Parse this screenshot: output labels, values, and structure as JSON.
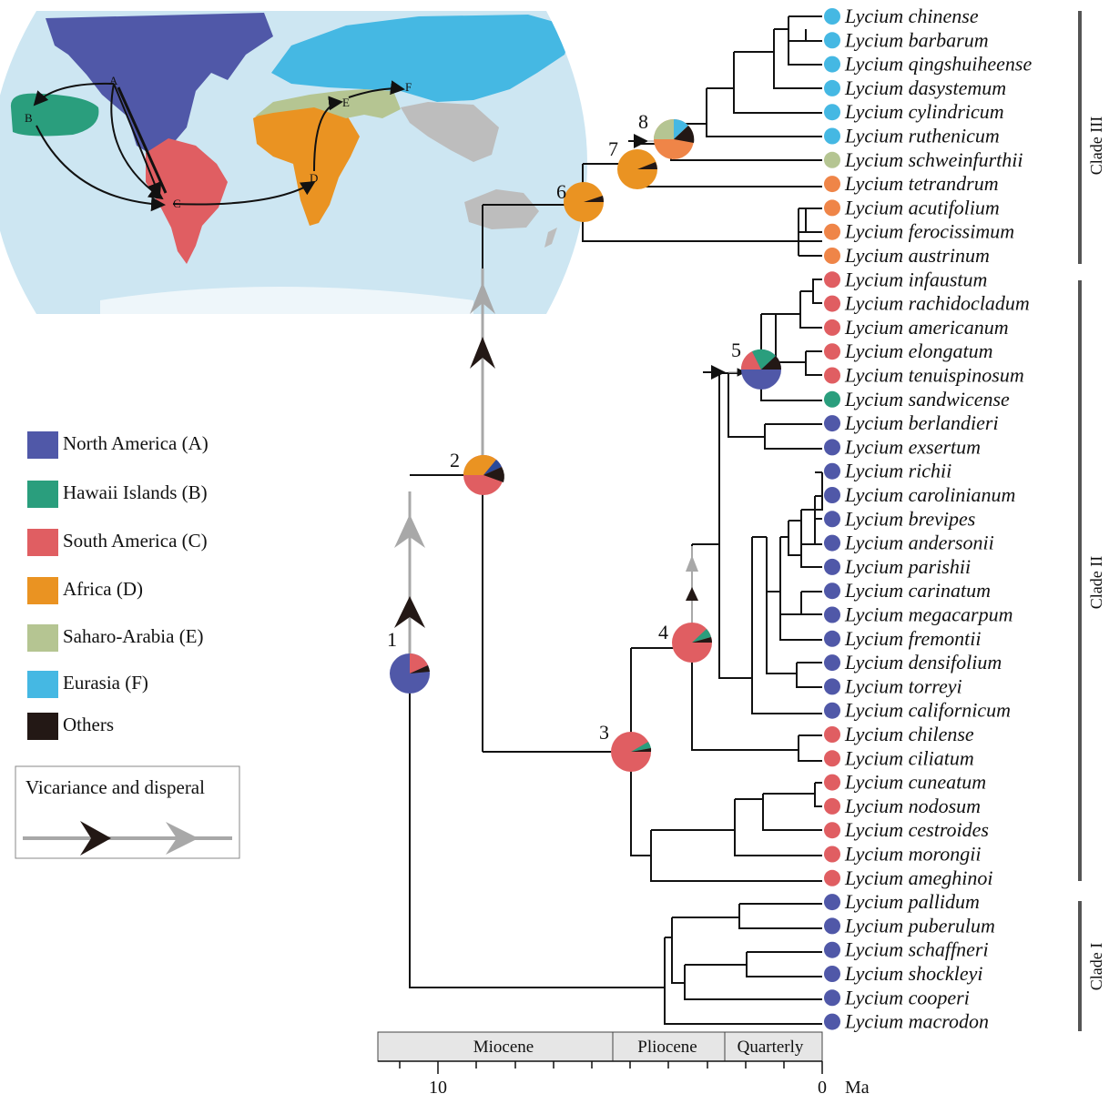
{
  "colors": {
    "north_america": "#5058a8",
    "hawaii": "#2a9e7d",
    "south_america": "#e05e62",
    "africa": "#ea9322",
    "saharo_arabia": "#b5c592",
    "eurasia": "#45b8e3",
    "others": "#231815",
    "tip_africa": "#ef8548",
    "map_ocean": "#cde6f2",
    "map_other_land": "#bdbdbd",
    "arrow_grey": "#a8a8a8"
  },
  "legend": [
    {
      "label": "North America (A)",
      "color": "#5058a8"
    },
    {
      "label": "Hawaii Islands (B)",
      "color": "#2a9e7d"
    },
    {
      "label": "South America (C)",
      "color": "#e05e62"
    },
    {
      "label": "Africa (D)",
      "color": "#ea9322"
    },
    {
      "label": "Saharo-Arabia (E)",
      "color": "#b5c592"
    },
    {
      "label": "Eurasia (F)",
      "color": "#45b8e3"
    },
    {
      "label": "Others",
      "color": "#231815"
    }
  ],
  "event_legend": {
    "title": "Vicariance and disperal"
  },
  "map_labels": {
    "a": "A",
    "b": "B",
    "c": "C",
    "d": "D",
    "e": "E",
    "f": "F"
  },
  "nodes": [
    {
      "number": "1"
    },
    {
      "number": "2"
    },
    {
      "number": "3"
    },
    {
      "number": "4"
    },
    {
      "number": "5"
    },
    {
      "number": "6"
    },
    {
      "number": "7"
    },
    {
      "number": "8"
    }
  ],
  "taxa": [
    {
      "name": "Lycium chinense",
      "color": "#45b8e3"
    },
    {
      "name": "Lycium barbarum",
      "color": "#45b8e3"
    },
    {
      "name": "Lycium qingshuiheense",
      "color": "#45b8e3"
    },
    {
      "name": "Lycium dasystemum",
      "color": "#45b8e3"
    },
    {
      "name": "Lycium cylindricum",
      "color": "#45b8e3"
    },
    {
      "name": "Lycium ruthenicum",
      "color": "#45b8e3"
    },
    {
      "name": "Lycium schweinfurthii",
      "color": "#b5c592"
    },
    {
      "name": "Lycium tetrandrum",
      "color": "#ef8548"
    },
    {
      "name": "Lycium acutifolium",
      "color": "#ef8548"
    },
    {
      "name": "Lycium ferocissimum",
      "color": "#ef8548"
    },
    {
      "name": "Lycium austrinum",
      "color": "#ef8548"
    },
    {
      "name": "Lycium infaustum",
      "color": "#e05e62"
    },
    {
      "name": "Lycium rachidocladum",
      "color": "#e05e62"
    },
    {
      "name": "Lycium americanum",
      "color": "#e05e62"
    },
    {
      "name": "Lycium elongatum",
      "color": "#e05e62"
    },
    {
      "name": "Lycium tenuispinosum",
      "color": "#e05e62"
    },
    {
      "name": "Lycium sandwicense",
      "color": "#2a9e7d"
    },
    {
      "name": "Lycium berlandieri",
      "color": "#5058a8"
    },
    {
      "name": "Lycium exsertum",
      "color": "#5058a8"
    },
    {
      "name": "Lycium richii",
      "color": "#5058a8"
    },
    {
      "name": "Lycium carolinianum",
      "color": "#5058a8"
    },
    {
      "name": "Lycium brevipes",
      "color": "#5058a8"
    },
    {
      "name": "Lycium andersonii",
      "color": "#5058a8"
    },
    {
      "name": "Lycium parishii",
      "color": "#5058a8"
    },
    {
      "name": "Lycium carinatum",
      "color": "#5058a8"
    },
    {
      "name": "Lycium megacarpum",
      "color": "#5058a8"
    },
    {
      "name": "Lycium fremontii",
      "color": "#5058a8"
    },
    {
      "name": "Lycium densifolium",
      "color": "#5058a8"
    },
    {
      "name": "Lycium torreyi",
      "color": "#5058a8"
    },
    {
      "name": "Lycium californicum",
      "color": "#5058a8"
    },
    {
      "name": "Lycium chilense",
      "color": "#e05e62"
    },
    {
      "name": "Lycium ciliatum",
      "color": "#e05e62"
    },
    {
      "name": "Lycium cuneatum",
      "color": "#e05e62"
    },
    {
      "name": "Lycium nodosum",
      "color": "#e05e62"
    },
    {
      "name": "Lycium cestroides",
      "color": "#e05e62"
    },
    {
      "name": "Lycium morongii",
      "color": "#e05e62"
    },
    {
      "name": "Lycium ameghinoi",
      "color": "#e05e62"
    },
    {
      "name": "Lycium pallidum",
      "color": "#5058a8"
    },
    {
      "name": "Lycium puberulum",
      "color": "#5058a8"
    },
    {
      "name": "Lycium schaffneri",
      "color": "#5058a8"
    },
    {
      "name": "Lycium shockleyi",
      "color": "#5058a8"
    },
    {
      "name": "Lycium cooperi",
      "color": "#5058a8"
    },
    {
      "name": "Lycium macrodon",
      "color": "#5058a8"
    }
  ],
  "clades": [
    {
      "label": "Clade III"
    },
    {
      "label": "Clade II"
    },
    {
      "label": "Clade I"
    }
  ],
  "time_axis": {
    "epochs": [
      "Miocene",
      "Pliocene",
      "Quarterly"
    ],
    "tick_labels": [
      "10",
      "0"
    ],
    "unit": "Ma"
  }
}
